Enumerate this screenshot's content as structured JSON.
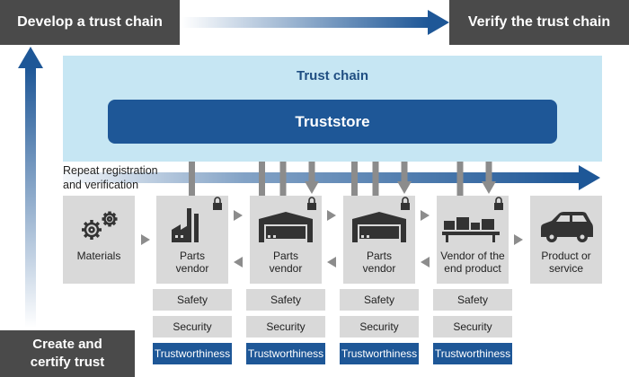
{
  "header": {
    "develop": "Develop a trust chain",
    "verify": "Verify the trust chain"
  },
  "footer": {
    "create_line1": "Create and",
    "create_line2": "certify trust"
  },
  "trust_chain": {
    "label": "Trust chain",
    "truststore": "Truststore"
  },
  "repeat": {
    "line1": "Repeat registration",
    "line2": "and verification"
  },
  "stages": [
    {
      "label_line1": "Materials",
      "label_line2": "",
      "icon": "gears-icon"
    },
    {
      "label_line1": "Parts",
      "label_line2": "vendor",
      "icon": "factory-icon"
    },
    {
      "label_line1": "Parts",
      "label_line2": "vendor",
      "icon": "warehouse-icon"
    },
    {
      "label_line1": "Parts",
      "label_line2": "vendor",
      "icon": "warehouse-icon"
    },
    {
      "label_line1": "Vendor of the",
      "label_line2": "end product",
      "icon": "production-line-icon"
    },
    {
      "label_line1": "Product or",
      "label_line2": "service",
      "icon": "car-icon"
    }
  ],
  "attributes": {
    "safety": "Safety",
    "security": "Security",
    "trustworthiness": "Trustworthiness"
  },
  "colors": {
    "dark_box": "#4a4a4a",
    "trust_chain_bg": "#c6e6f3",
    "navy": "#1e5797",
    "stage_gray": "#d9d9d9",
    "arrow_gray": "#8c8c8c"
  }
}
